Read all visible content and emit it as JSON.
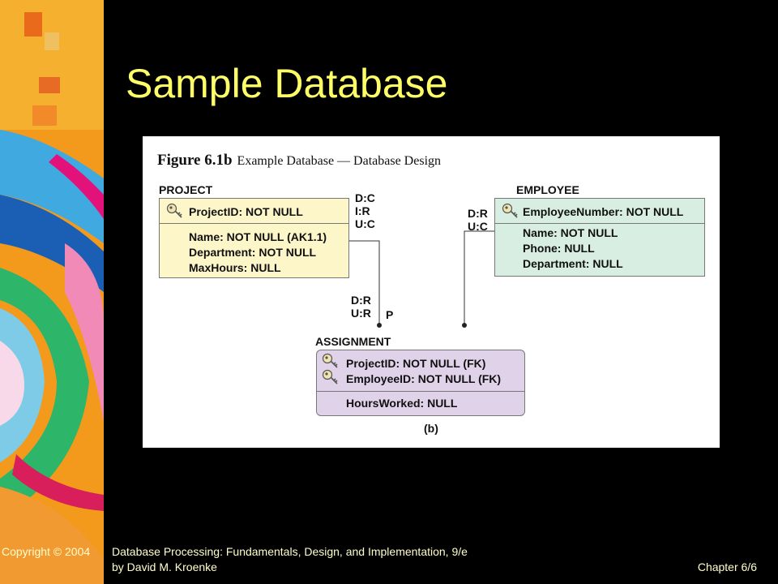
{
  "slide": {
    "title": "Sample Database"
  },
  "figure": {
    "number": "Figure 6.1b",
    "caption": "Example Database — Database Design",
    "label": "(b)"
  },
  "entities": {
    "project": {
      "name": "PROJECT",
      "key_attrs": [
        "ProjectID: NOT NULL"
      ],
      "attrs": [
        "Name: NOT NULL (AK1.1)",
        "Department: NOT NULL",
        "MaxHours: NULL"
      ],
      "color": "#fdf6c8"
    },
    "employee": {
      "name": "EMPLOYEE",
      "key_attrs": [
        "EmployeeNumber: NOT NULL"
      ],
      "attrs": [
        "Name: NOT NULL",
        "Phone: NULL",
        "Department: NULL"
      ],
      "color": "#d8eee3"
    },
    "assignment": {
      "name": "ASSIGNMENT",
      "key_attrs": [
        "ProjectID: NOT NULL (FK)",
        "EmployeeID: NOT NULL (FK)"
      ],
      "attrs": [
        "HoursWorked: NULL"
      ],
      "color": "#e0d2e8"
    }
  },
  "cardinality": {
    "project_parent": [
      "D:C",
      "I:R",
      "U:C"
    ],
    "employee_parent": [
      "D:R",
      "U:C"
    ],
    "assignment_child": [
      "D:R",
      "U:R"
    ],
    "assignment_child_marker": "P"
  },
  "footer": {
    "copyright": "Copyright © 2004",
    "book_line1": "Database Processing: Fundamentals, Design, and Implementation, 9/e",
    "book_line2": "by David M. Kroenke",
    "chapter": "Chapter 6/6"
  },
  "colors": {
    "background": "#000000",
    "title": "#ffff66",
    "footer_text": "#ffffcc",
    "side_art_base": "#f39a1c"
  },
  "icons": {
    "key": "key-icon"
  }
}
